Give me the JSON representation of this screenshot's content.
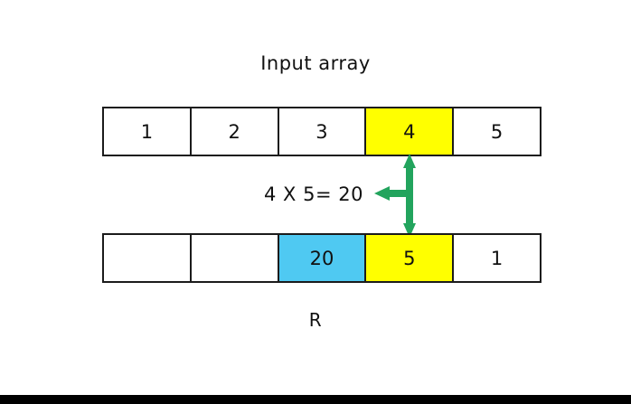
{
  "slide": {
    "background_color": "#ffffff",
    "top_clipped_text": "’’ ’’   ’’    ’’  ’’     ’’      ’’       ’’",
    "bottom_band_color": "#000000"
  },
  "colors": {
    "highlight_yellow": "#ffff00",
    "highlight_cyan": "#4fc9f2",
    "arrow_green": "#22a45d",
    "border": "#1b1b1b",
    "text": "#111111"
  },
  "input_array": {
    "title": "Input array",
    "cells": [
      {
        "value": "1",
        "fill": "white"
      },
      {
        "value": "2",
        "fill": "white"
      },
      {
        "value": "3",
        "fill": "white"
      },
      {
        "value": "4",
        "fill": "yellow"
      },
      {
        "value": "5",
        "fill": "white"
      }
    ]
  },
  "result_array": {
    "label": "R",
    "cells": [
      {
        "value": "",
        "fill": "white"
      },
      {
        "value": "",
        "fill": "white"
      },
      {
        "value": "20",
        "fill": "cyan"
      },
      {
        "value": "5",
        "fill": "yellow"
      },
      {
        "value": "1",
        "fill": "white"
      }
    ]
  },
  "annotation": {
    "equation": "4 X 5= 20",
    "arrow_vertical": "double-headed-vertical-arrow",
    "arrow_horizontal": "left-pointing-arrow"
  }
}
